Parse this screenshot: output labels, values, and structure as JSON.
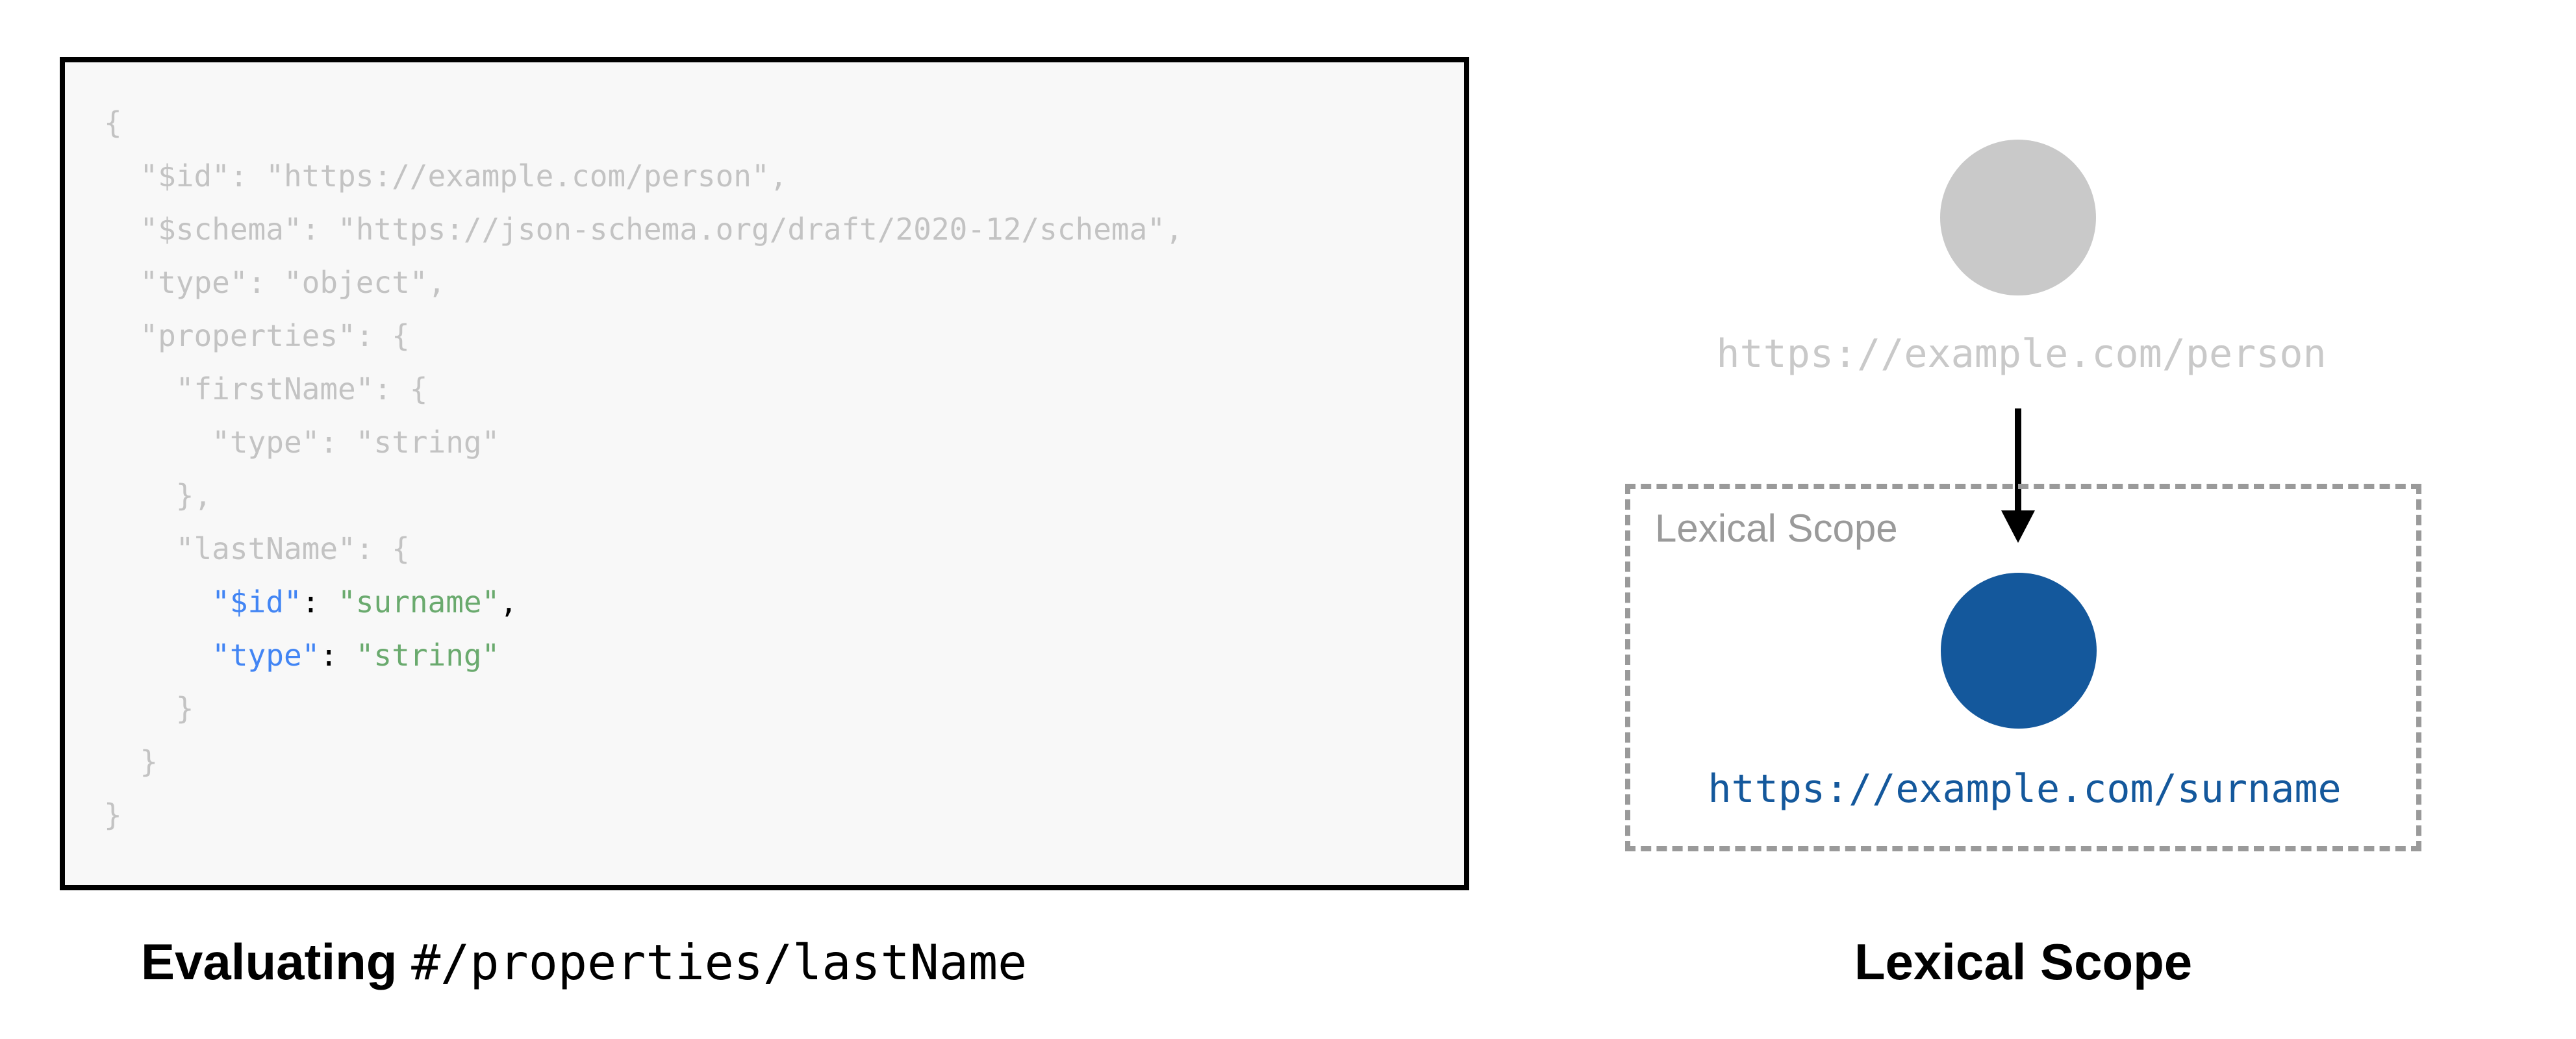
{
  "colors": {
    "code_muted": "#c3c3c3",
    "code_key": "#4285f4",
    "code_string": "#6aaa6e",
    "code_punct": "#000000",
    "node_muted": "#c9c9c9",
    "node_active": "#14589c",
    "scope_border": "#9a9a9a",
    "scope_label": "#9a9a9a",
    "box_bg": "#f8f8f8",
    "box_border": "#000000"
  },
  "code_panel": {
    "lines": [
      {
        "segments": [
          {
            "t": "{",
            "c": "muted"
          }
        ]
      },
      {
        "segments": [
          {
            "t": "  \"$id\": \"https://example.com/person\",",
            "c": "muted"
          }
        ]
      },
      {
        "segments": [
          {
            "t": "  \"$schema\": \"https://json-schema.org/draft/2020-12/schema\",",
            "c": "muted"
          }
        ]
      },
      {
        "segments": [
          {
            "t": "  \"type\": \"object\",",
            "c": "muted"
          }
        ]
      },
      {
        "segments": [
          {
            "t": "  \"properties\": {",
            "c": "muted"
          }
        ]
      },
      {
        "segments": [
          {
            "t": "    \"firstName\": {",
            "c": "muted"
          }
        ]
      },
      {
        "segments": [
          {
            "t": "      \"type\": \"string\"",
            "c": "muted"
          }
        ]
      },
      {
        "segments": [
          {
            "t": "    },",
            "c": "muted"
          }
        ]
      },
      {
        "segments": [
          {
            "t": "    \"lastName\": {",
            "c": "muted"
          }
        ]
      },
      {
        "segments": [
          {
            "t": "      ",
            "c": "muted"
          },
          {
            "t": "\"$id\"",
            "c": "key"
          },
          {
            "t": ": ",
            "c": "punct"
          },
          {
            "t": "\"surname\"",
            "c": "string"
          },
          {
            "t": ",",
            "c": "punct"
          }
        ]
      },
      {
        "segments": [
          {
            "t": "      ",
            "c": "muted"
          },
          {
            "t": "\"type\"",
            "c": "key"
          },
          {
            "t": ": ",
            "c": "punct"
          },
          {
            "t": "\"string\"",
            "c": "string"
          }
        ]
      },
      {
        "segments": [
          {
            "t": "    }",
            "c": "muted"
          }
        ]
      },
      {
        "segments": [
          {
            "t": "  }",
            "c": "muted"
          }
        ]
      },
      {
        "segments": [
          {
            "t": "}",
            "c": "muted"
          }
        ]
      }
    ]
  },
  "left_caption": {
    "prefix": "Evaluating",
    "pointer": "#/properties/lastName"
  },
  "diagram": {
    "root_node_label": "https://example.com/person",
    "scope_label": "Lexical Scope",
    "scoped_node_label": "https://example.com/surname"
  },
  "right_caption": "Lexical Scope"
}
